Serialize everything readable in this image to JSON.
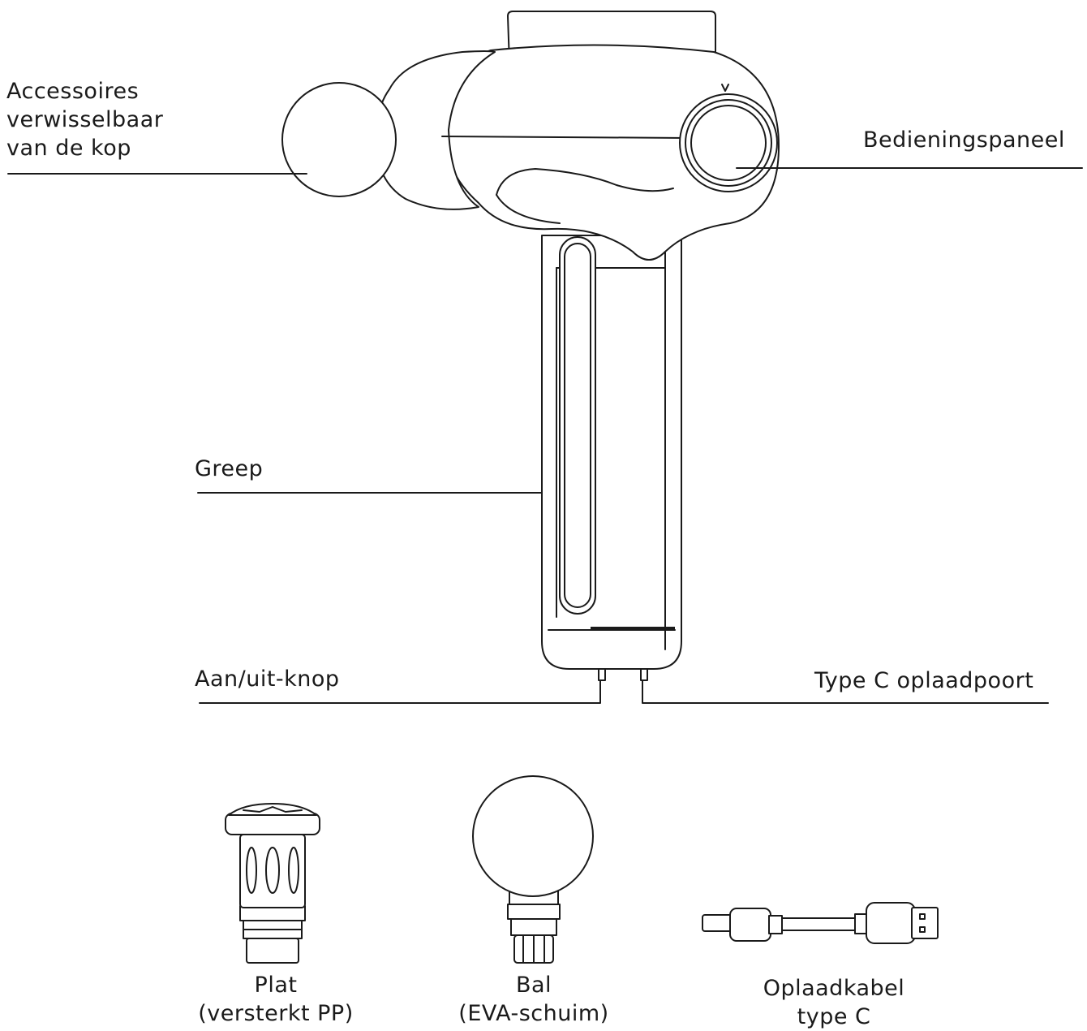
{
  "labels": {
    "accessoires": [
      "Accessoires",
      "verwisselbaar",
      "van de kop"
    ],
    "bedieningspaneel": "Bedieningspaneel",
    "greep": "Greep",
    "aan_uit_knop": "Aan/uit-knop",
    "type_c_oplaadpoort": "Type C oplaadpoort"
  },
  "accessories": [
    {
      "name": "Plat",
      "detail": "(versterkt PP)"
    },
    {
      "name": "Bal",
      "detail": "(EVA-schuim)"
    },
    {
      "name": "Oplaadkabel",
      "detail": "type C"
    }
  ]
}
